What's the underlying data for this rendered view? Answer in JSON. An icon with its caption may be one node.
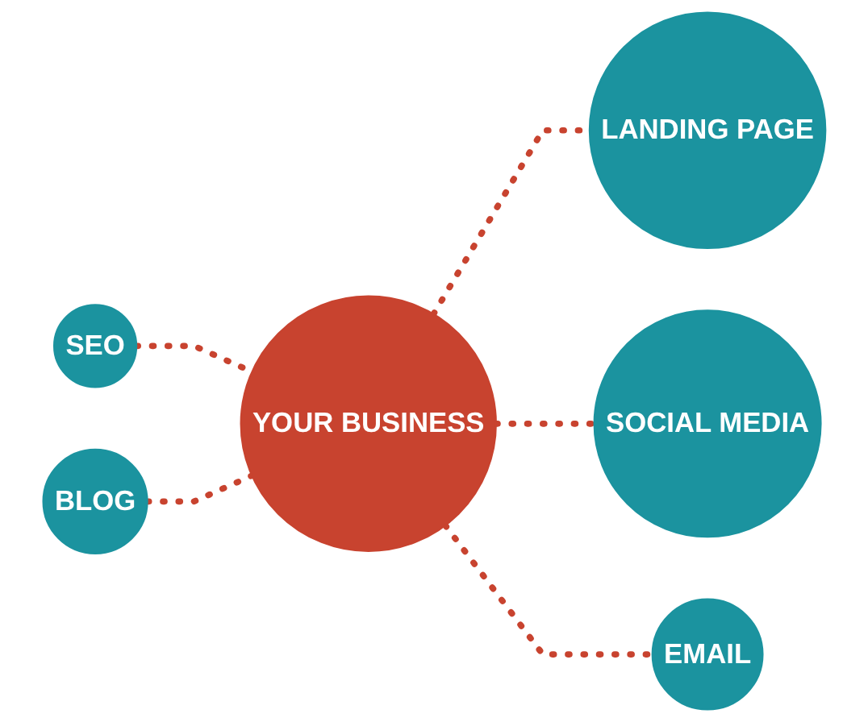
{
  "diagram": {
    "nodes": [
      {
        "text": [
          "YOUR BUSINESS"
        ]
      },
      {
        "text": [
          "LANDING PAGE"
        ]
      },
      {
        "text": [
          "SEO"
        ]
      },
      {
        "text": [
          "SOCIAL MEDIA"
        ]
      },
      {
        "text": [
          "BLOG"
        ]
      },
      {
        "text": [
          "EMAIL"
        ]
      }
    ],
    "edges": [
      {
        "from": 0,
        "to": 1,
        "arrow": "none",
        "style": "dashed"
      },
      {
        "from": 2,
        "to": 0,
        "arrow": "none",
        "style": "dashed"
      },
      {
        "from": 0,
        "to": 3,
        "arrow": "none",
        "style": "dashed"
      },
      {
        "from": 4,
        "to": 0,
        "arrow": "none",
        "style": "dashed"
      },
      {
        "from": 0,
        "to": 5,
        "arrow": "none",
        "style": "dashed"
      }
    ]
  }
}
